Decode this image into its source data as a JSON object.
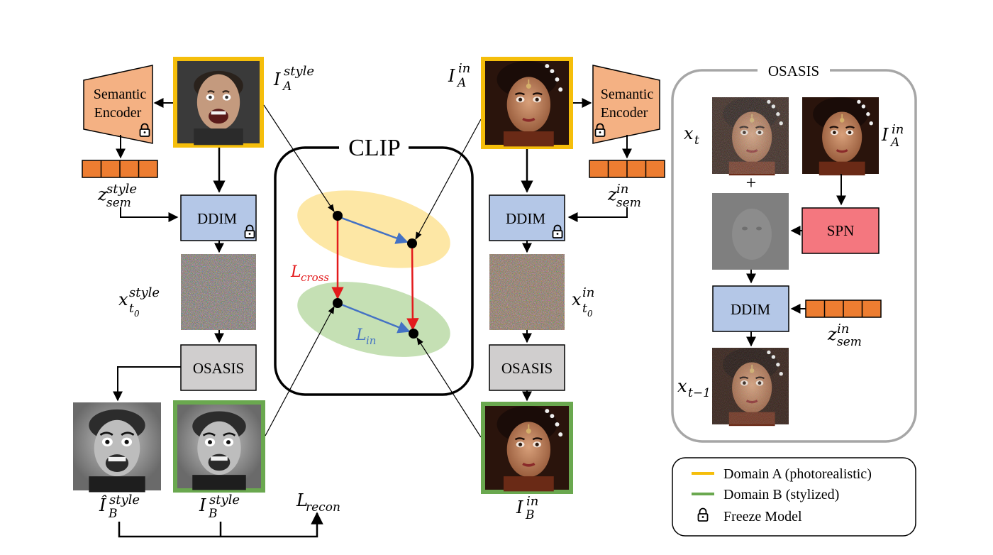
{
  "clip": {
    "title": "CLIP",
    "l_cross": "L",
    "l_cross_sub": "cross",
    "l_in": "L",
    "l_in_sub": "in"
  },
  "left": {
    "encoder_line1": "Semantic",
    "encoder_line2": "Encoder",
    "ddim": "DDIM",
    "osasis": "OSASIS",
    "i_a_style": {
      "base": "I",
      "sup": "style",
      "sub": "A"
    },
    "z_sem_style": {
      "base": "z",
      "sup": "style",
      "sub": "sem"
    },
    "x_t0_style": {
      "base": "x",
      "sup": "style",
      "sub": "t",
      "subsub": "0"
    },
    "i_b_hat_style": {
      "base": "Î",
      "sup": "style",
      "sub": "B"
    },
    "i_b_style": {
      "base": "I",
      "sup": "style",
      "sub": "B"
    },
    "l_recon": {
      "base": "L",
      "sub": "recon"
    }
  },
  "right": {
    "encoder_line1": "Semantic",
    "encoder_line2": "Encoder",
    "ddim": "DDIM",
    "osasis": "OSASIS",
    "i_a_in": {
      "base": "I",
      "sup": "in",
      "sub": "A"
    },
    "z_sem_in": {
      "base": "z",
      "sup": "in",
      "sub": "sem"
    },
    "x_t0_in": {
      "base": "x",
      "sup": "in",
      "sub": "t",
      "subsub": "0"
    },
    "i_b_in": {
      "base": "I",
      "sup": "in",
      "sub": "B"
    }
  },
  "panel": {
    "title": "OSASIS",
    "plus": "+",
    "spn": "SPN",
    "ddim": "DDIM",
    "x_t": {
      "base": "x",
      "sub": "t"
    },
    "i_a_in": {
      "base": "I",
      "sup": "in",
      "sub": "A"
    },
    "z_sem_in": {
      "base": "z",
      "sup": "in",
      "sub": "sem"
    },
    "x_t_minus_1": {
      "base": "x",
      "sub": "t−1"
    }
  },
  "legend": {
    "domain_a": "Domain A (photorealistic)",
    "domain_b": "Domain B (stylized)",
    "freeze": "Freeze Model"
  },
  "colors": {
    "domain_a": "#f5be0b",
    "domain_b": "#6aa84f",
    "encoder": "#f4b183",
    "ddim": "#b4c7e7",
    "osasis_box": "#d0cece",
    "spn": "#f4777f",
    "latent": "#ed7d31",
    "cross_arrow": "#e31a1c",
    "in_arrow": "#4472c4",
    "ellipse_a": "#fde7a5",
    "ellipse_b": "#c5e0b4"
  },
  "icons": {
    "lock": "lock-icon",
    "face_style": "face-photo-style",
    "face_in": "face-photo-in",
    "noise": "noise-image"
  }
}
